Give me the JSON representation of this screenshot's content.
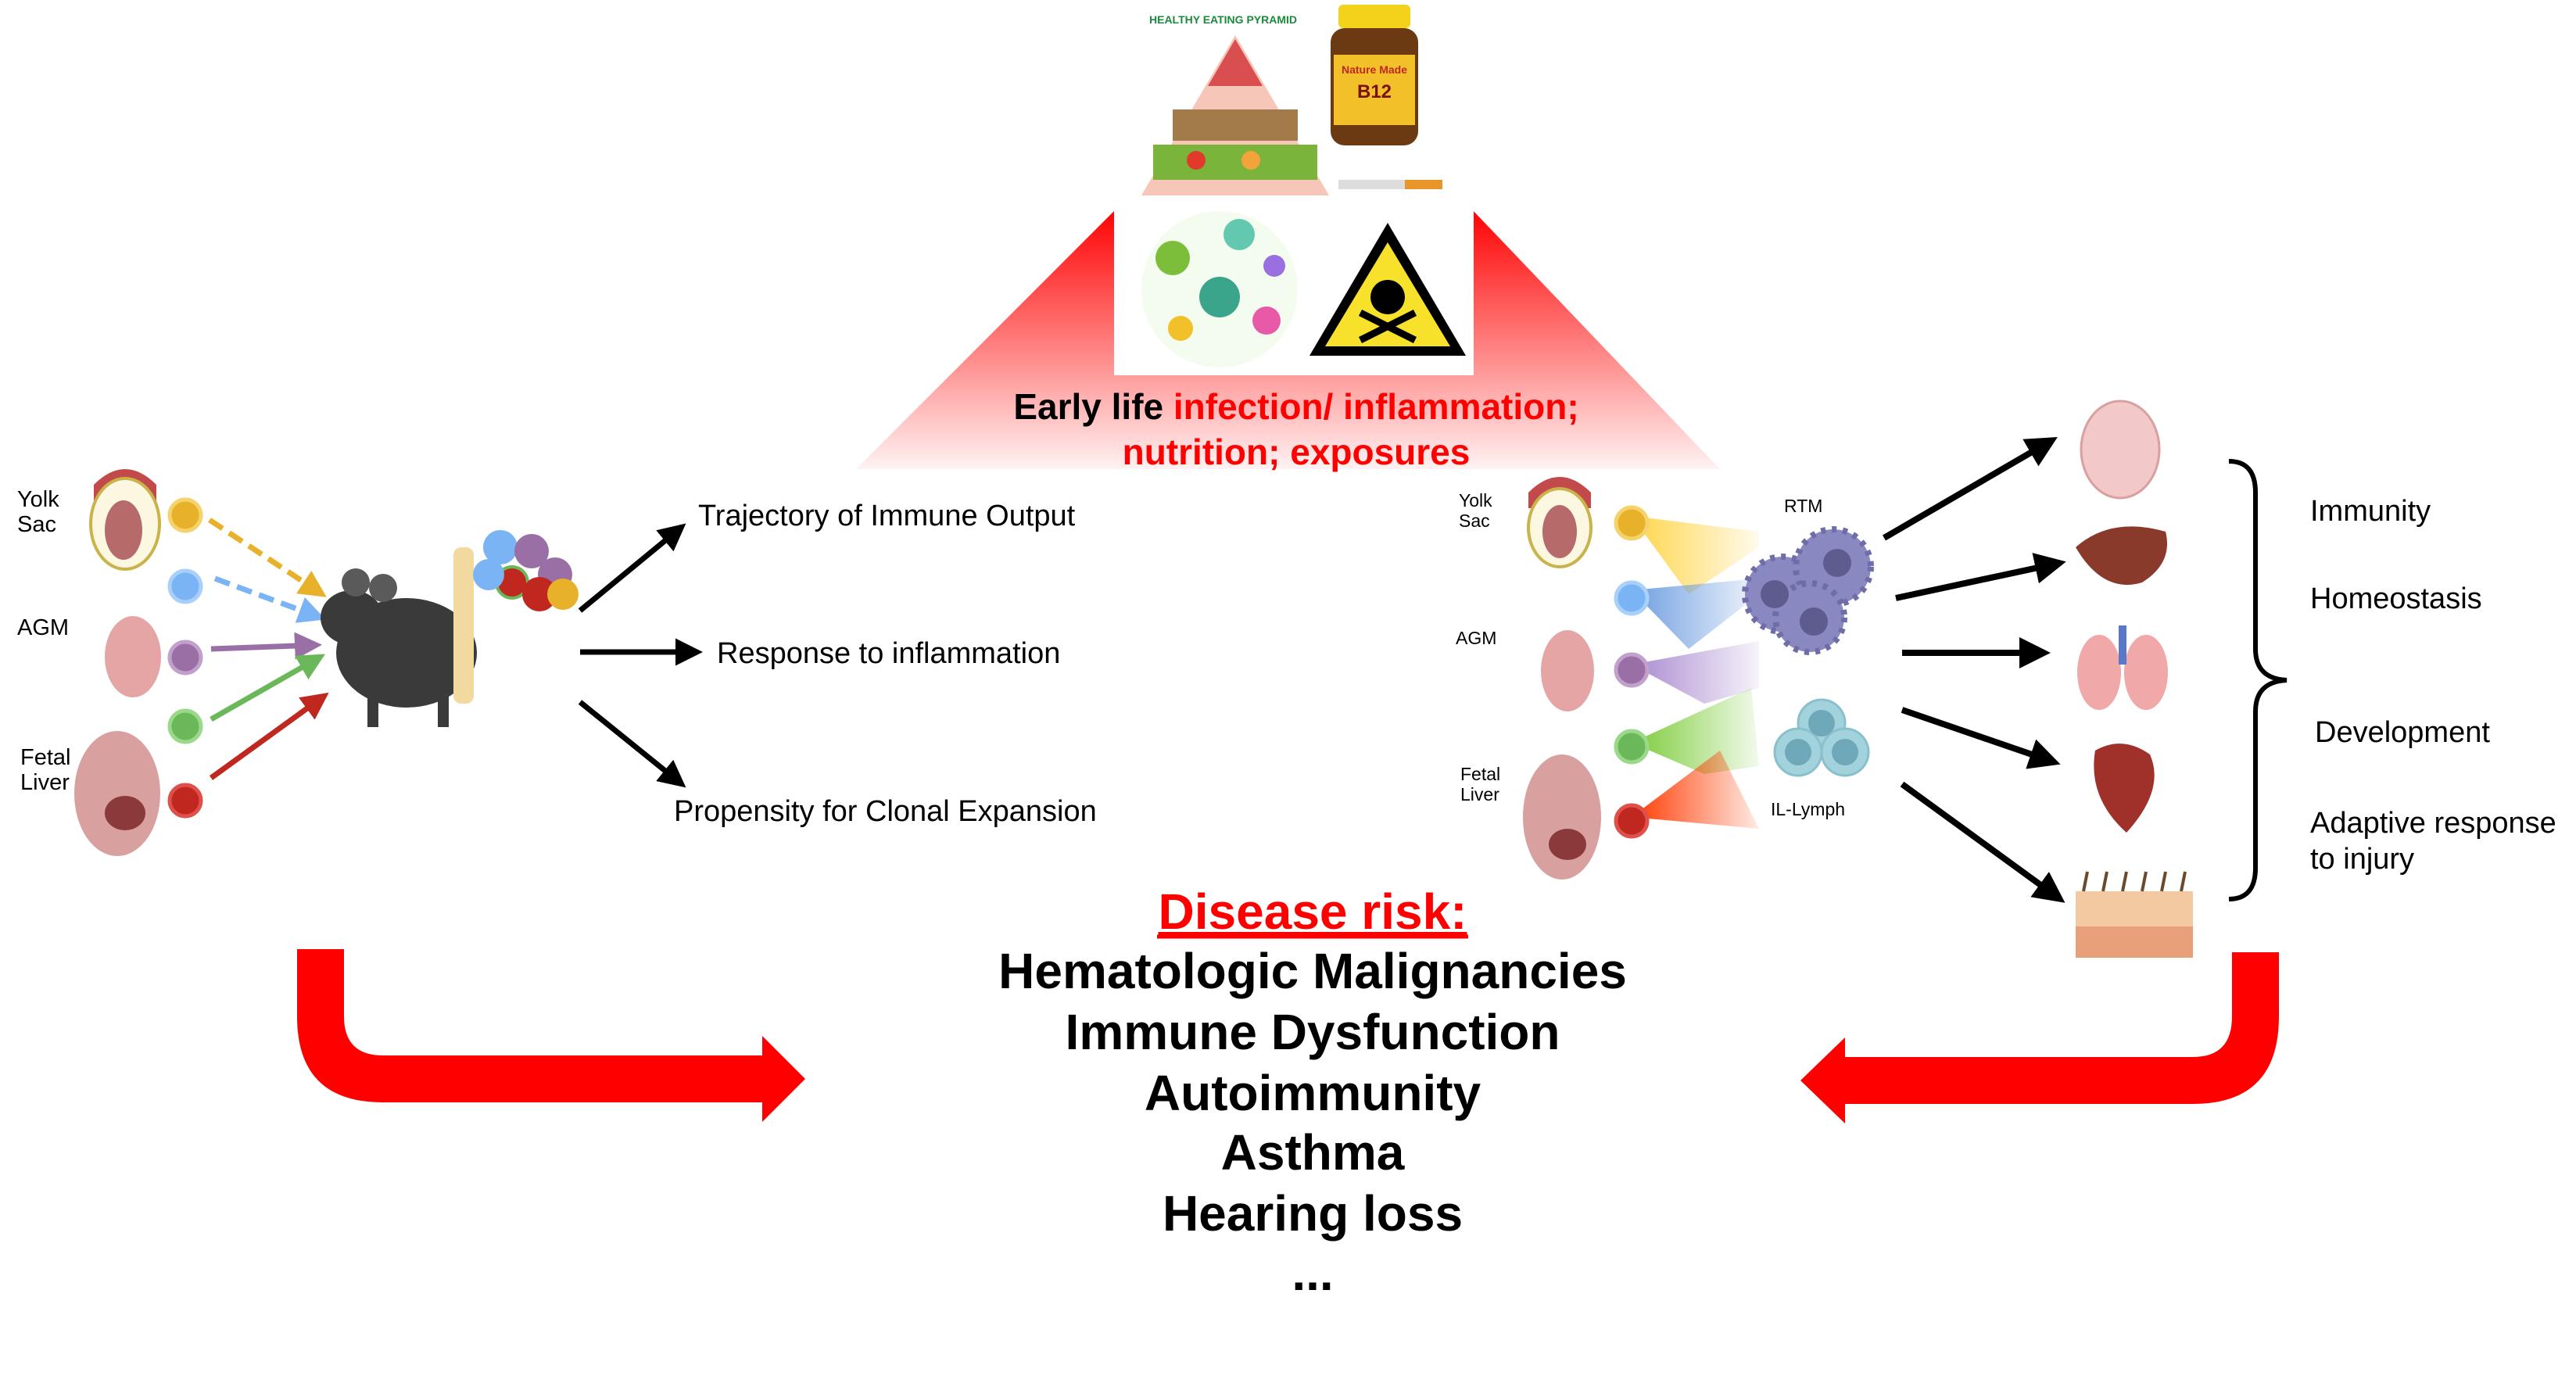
{
  "top_images": {
    "pyramid_title": "HEALTHY EATING PYRAMID",
    "supplement_brand": "Nature Made",
    "supplement_product": "B12"
  },
  "early_life": {
    "prefix": "Early life ",
    "highlight_line1": "infection/ inflammation;",
    "line2": "nutrition;  exposures"
  },
  "left_panel": {
    "sources": [
      "Yolk",
      "Sac",
      "AGM",
      "Fetal",
      "Liver"
    ],
    "dot_colors": [
      "#e8b12a",
      "#7ab4f5",
      "#9a6fa6",
      "#6ab85a",
      "#c0281f"
    ],
    "outcomes": [
      "Trajectory of Immune Output",
      "Response to inflammation",
      "Propensity for Clonal Expansion"
    ]
  },
  "right_panel": {
    "sources": [
      "Yolk",
      "Sac",
      "AGM",
      "Fetal",
      "Liver"
    ],
    "cell_labels": [
      "RTM",
      "IL-Lymph"
    ],
    "functions": [
      "Immunity",
      "Homeostasis",
      "Development",
      "Adaptive response",
      "to injury"
    ]
  },
  "disease": {
    "title": "Disease risk:",
    "items": [
      "Hematologic Malignancies",
      "Immune Dysfunction",
      "Autoimmunity",
      "Asthma",
      "Hearing loss",
      "..."
    ]
  },
  "colors": {
    "accent_red": "#ff0000",
    "text": "#000000"
  }
}
